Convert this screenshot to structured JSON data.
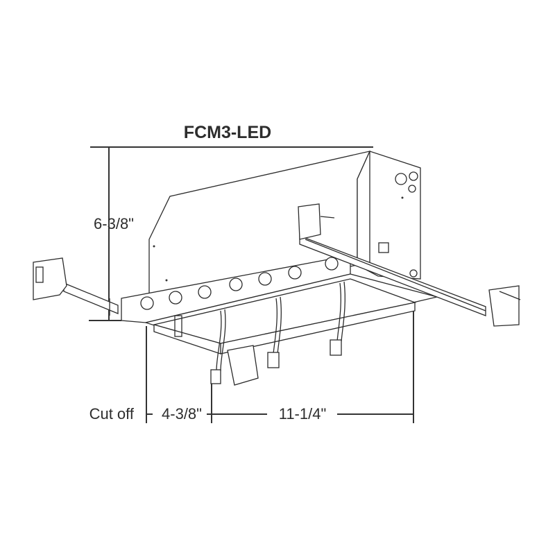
{
  "title": "FCM3-LED",
  "dimensions": {
    "height": "6-3/8\"",
    "cutoff_label": "Cut off",
    "cutoff_width": "4-3/8\"",
    "length": "11-1/4\""
  }
}
